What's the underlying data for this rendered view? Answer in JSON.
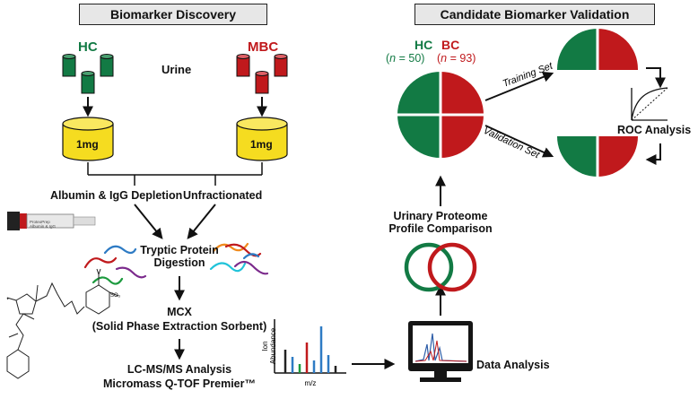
{
  "left_panel": {
    "title": "Biomarker Discovery",
    "hc_label": "HC",
    "mbc_label": "MBC",
    "urine_label": "Urine",
    "amount_hc": "1mg",
    "amount_mbc": "1mg",
    "depletion_label": "Albumin & IgG Depletion",
    "unfractionated_label": "Unfractionated",
    "digestion_label": "Tryptic Protein\nDigestion",
    "mcx_label": "MCX",
    "mcx_sub_label": "(Solid Phase Extraction Sorbent)",
    "lcms_label": "LC-MS/MS Analysis",
    "instrument_label": "Micromass Q-TOF Premier™",
    "column_label": "ProteoPrep\nAlbumin & IgG"
  },
  "right_panel": {
    "title": "Candidate Biomarker Validation",
    "hc_label": "HC",
    "bc_label": "BC",
    "hc_n": "(n = 50)",
    "bc_n": "(n = 93)",
    "training_label": "Training Set",
    "validation_label": "Validation Set",
    "roc_label": "ROC Analysis",
    "profile_label": "Urinary Proteome\nProfile Comparison",
    "data_analysis_label": "Data Analysis",
    "spectrum_y_label": "Ion\nAbundance",
    "spectrum_x_label": "m/z"
  },
  "colors": {
    "hc_green": "#127a44",
    "bc_red": "#c0191c",
    "tube_yellow": "#f5dc20",
    "header_fill": "#e7e7e7"
  }
}
